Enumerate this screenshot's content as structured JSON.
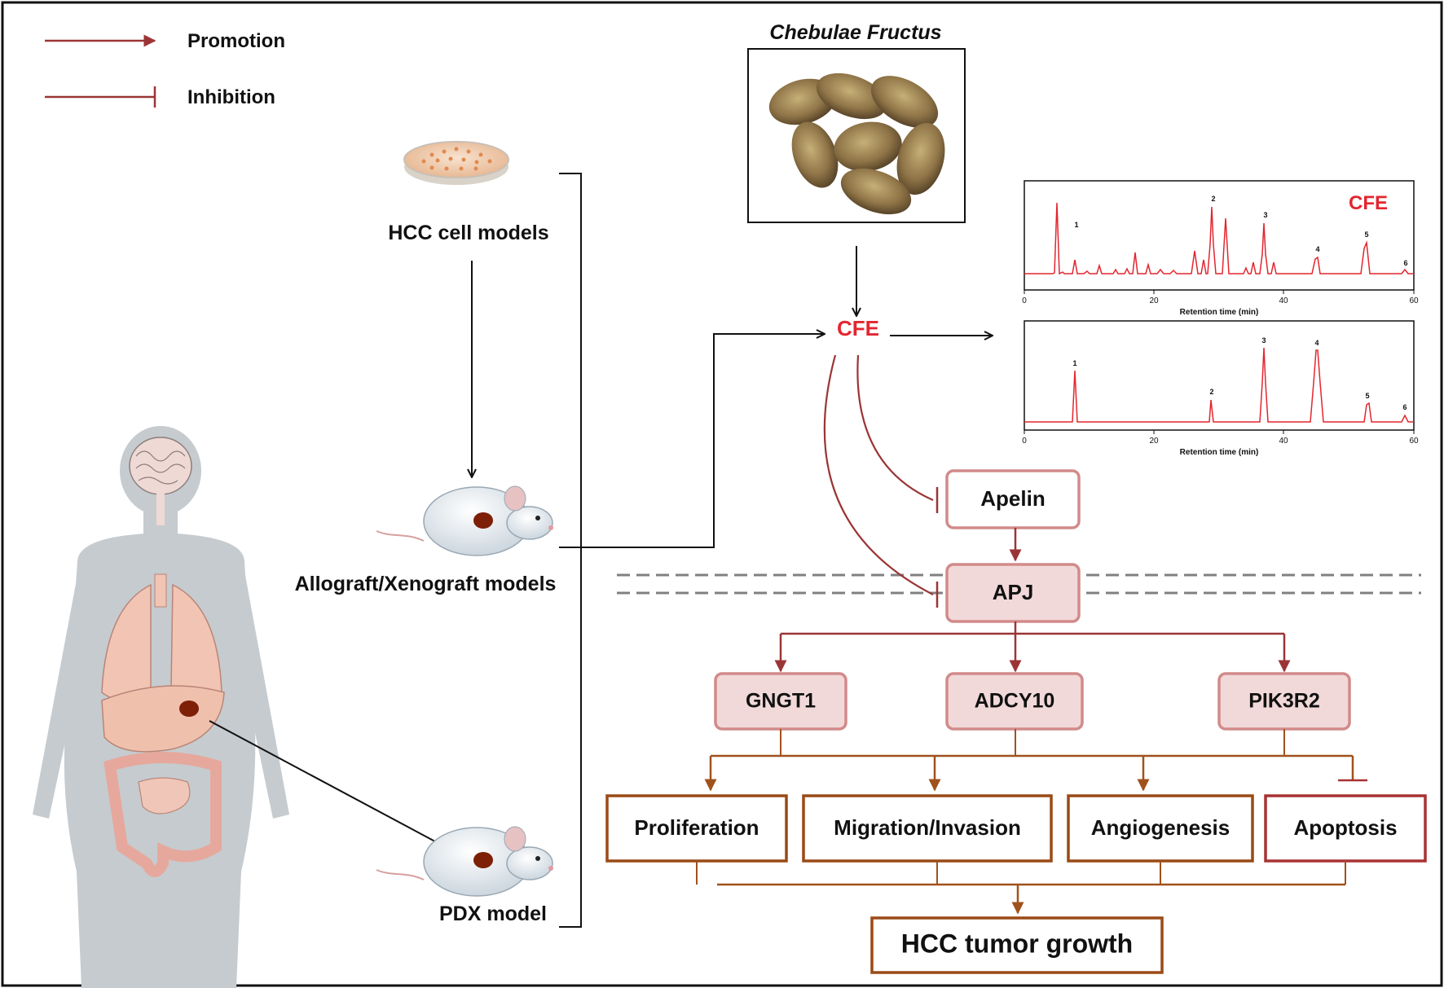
{
  "legend": {
    "promotion": "Promotion",
    "inhibition": "Inhibition"
  },
  "herb": {
    "title": "Chebulae Fructus"
  },
  "models": {
    "hcc_cell": "HCC cell models",
    "allograft": "Allograft/Xenograft models",
    "pdx": "PDX model"
  },
  "cfe": {
    "center": "CFE",
    "chrom_label": "CFE"
  },
  "chromatograms": {
    "xlabel": "Retention time (min)",
    "ticks": [
      "0",
      "20",
      "40",
      "60"
    ],
    "top_peaks": [
      "1",
      "2",
      "3",
      "4",
      "5",
      "6"
    ],
    "bottom_peaks": [
      "1",
      "2",
      "3",
      "4",
      "5",
      "6"
    ]
  },
  "nodes": {
    "apelin": "Apelin",
    "apj": "APJ",
    "gngt1": "GNGT1",
    "adcy10": "ADCY10",
    "pik3r2": "PIK3R2",
    "proliferation": "Proliferation",
    "migration": "Migration/Invasion",
    "angiogenesis": "Angiogenesis",
    "apoptosis": "Apoptosis",
    "tumor": "HCC tumor growth"
  },
  "colors": {
    "arrow_red": "#9b3535",
    "arrow_brown": "#a0521d",
    "cfe_red": "#e3262f",
    "node_fill": "#f2d9d9",
    "node_border": "#d28a8a",
    "outcome_border": "#9a4a16",
    "apoptosis_border": "#a83232",
    "membrane": "#808080"
  }
}
